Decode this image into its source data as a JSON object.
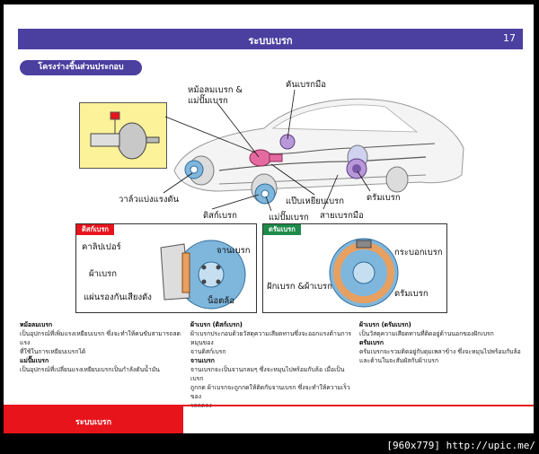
{
  "header": {
    "title": "ระบบเบรก",
    "page_number": "17"
  },
  "section": {
    "label": "โครงร่างชิ้นส่วนประกอบ"
  },
  "car_labels": {
    "master_booster": "หม้อลมเบรก &",
    "master_booster_2": "แม่ปั๊มเบรก",
    "hand_brake_lever": "คันเบรกมือ",
    "valve": "วาล์วแบ่งแรงดัน",
    "disc_brake": "ดิสก์เบรก",
    "wheel_cylinder": "แม่ปั๊มเบรก",
    "brake_line": "แป๊บเหยียบเบรก",
    "hand_brake_cable": "สายเบรกมือ",
    "drum_brake": "ดรัมเบรก"
  },
  "disc_box": {
    "tag": "ดิสก์เบรก",
    "caliper": "คาลิปเปอร์",
    "pad": "ผ้าเบรก",
    "anti_squeal": "แผ่นรองกันเสียงดัง",
    "disc": "จานเบรก",
    "hub_nut": "น็อตล้อ"
  },
  "drum_box": {
    "tag": "ดรัมเบรก",
    "drum": "กระบอกเบรก",
    "shoe": "ฝักเบรก &ผ้าเบรก",
    "drum2": "ดรัมเบรก"
  },
  "descriptions": {
    "col1": [
      {
        "h": "หม้อลมเบรก",
        "t": "เป็นอุปกรณ์ที่เพิ่มแรงเหยียบเบรก ซึ่งจะทำให้คนขับสามารถลดแรง"
      },
      {
        "h": "",
        "t": "ที่ใช้ในการเหยียบเบรกได้"
      },
      {
        "h": "แม่ปั๊มเบรก",
        "t": ""
      },
      {
        "h": "",
        "t": "เป็นอุปกรณ์ที่เปลี่ยนแรงเหยียบเบรกเป็นกำลังดันน้ำมัน"
      }
    ],
    "col2": [
      {
        "h": "ผ้าเบรก (ดิสก์เบรก)",
        "t": ""
      },
      {
        "h": "",
        "t": "ผ้าเบรกประกอบด้วยวัสดุความเสียดทานซึ่งจะออกแรงต้านการหมุนของ"
      },
      {
        "h": "",
        "t": "จานดิสก์เบรก"
      },
      {
        "h": "จานเบรก",
        "t": ""
      },
      {
        "h": "",
        "t": "จานเบรกจะเป็นจานกลมๆ ซึ่งจะหมุนไปพร้อมกับล้อ เมื่อเป็นเบรก"
      },
      {
        "h": "",
        "t": "ถูกกด ผ้าเบรกจะถูกกดให้ติดกับจานเบรก ซึ่งจะทำให้ความเร็วของ"
      },
      {
        "h": "",
        "t": "รถลดลง"
      }
    ],
    "col3": [
      {
        "h": "ผ้าเบรก (ดรัมเบรก)",
        "t": ""
      },
      {
        "h": "",
        "t": "เป็นวัสดุความเสียดทานที่ติดอยู่ด้านนอกของฝักเบรก"
      },
      {
        "h": "ดรัมเบรก",
        "t": ""
      },
      {
        "h": "",
        "t": "ดรัมเบรกจะรวมติดอยู่กับดุมเพลาข้าง ซึ่งจะหมุนไปพร้อมกับล้อ"
      },
      {
        "h": "",
        "t": "และด้านในจะสัมผัสกับผ้าเบรก"
      }
    ]
  },
  "footer": {
    "label": "ระบบเบรก"
  },
  "watermark": "[960x779] http://upic.me/",
  "colors": {
    "header": "#4b3fa0",
    "disc_tag": "#e8141c",
    "drum_tag": "#1e8a4a",
    "footer": "#e8141c",
    "inset": "#fbf299",
    "disc_blue": "#7fb6dc"
  }
}
